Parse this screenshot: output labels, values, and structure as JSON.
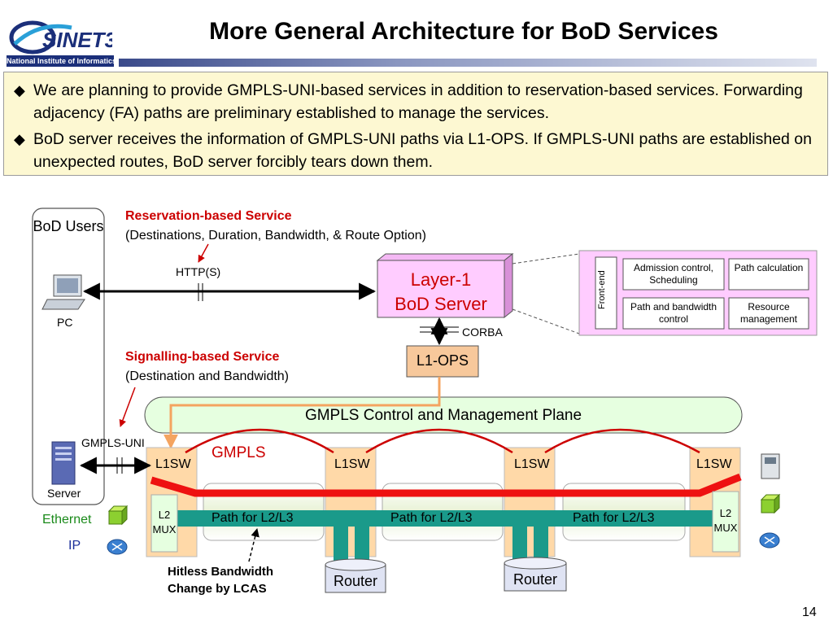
{
  "header": {
    "title": "More General Architecture for BoD Services",
    "logo_text": "SINET3",
    "logo_subtext": "National Institute of Informatics"
  },
  "bullets": [
    "We are planning to provide GMPLS-UNI-based services in addition to reservation-based services. Forwarding adjacency (FA) paths are preliminary established to manage  the services.",
    "BoD server receives the information of GMPLS-UNI paths via L1-OPS. If GMPLS-UNI paths are established on unexpected routes, BoD server forcibly tears down them."
  ],
  "diagram": {
    "users_box": {
      "title": "BoD Users",
      "pc_label": "PC",
      "server_label": "Server"
    },
    "reservation": {
      "title": "Reservation-based Service",
      "detail": "(Destinations, Duration, Bandwidth, & Route Option)",
      "protocol": "HTTP(S)"
    },
    "signalling": {
      "title": "Signalling-based Service",
      "detail": "(Destination and Bandwidth)",
      "protocol": "GMPLS-UNI"
    },
    "bod_server": {
      "line1": "Layer-1",
      "line2": "BoD Server"
    },
    "corba": "CORBA",
    "l1ops": "L1-OPS",
    "server_detail": {
      "front_end": "Front-end",
      "admission": "Admission control, Scheduling",
      "path_calc": "Path calculation",
      "path_bw": "Path and bandwidth control",
      "resource": "Resource management"
    },
    "control_plane": "GMPLS Control and Management Plane",
    "gmpls_label": "GMPLS",
    "switches": [
      "L1SW",
      "L1SW",
      "L1SW",
      "L1SW"
    ],
    "mux_label": "L2 MUX",
    "paths": [
      "Path for L2/L3",
      "Path for L2/L3",
      "Path for L2/L3"
    ],
    "routers": [
      "Router",
      "Router"
    ],
    "ethernet_label": "Ethernet",
    "ip_label": "IP",
    "lcas_note": "Hitless Bandwidth Change by LCAS",
    "colors": {
      "accent_red": "#cc0000",
      "signal_orange": "#f4a460",
      "path_teal": "#1a9a8a",
      "bod_pink": "#ffccff",
      "l1ops_fill": "#f7c89b",
      "node_fill": "#ffd9a8"
    }
  },
  "page_number": "14"
}
